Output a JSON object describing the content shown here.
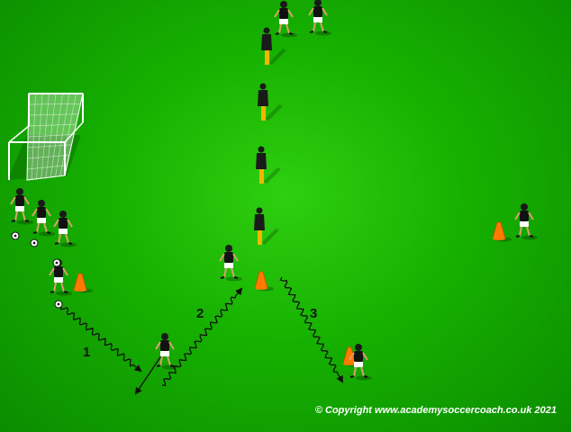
{
  "diagram": {
    "step_labels": [
      "1",
      "2",
      "3"
    ],
    "copyright": "© Copyright www.academysoccercoach.co.uk 2021",
    "colors": {
      "pitch": "#16b000",
      "cone": "#ff7a00",
      "mannequin": "#f2b600",
      "shirt": "#111111",
      "shorts": "#ffffff",
      "path": "#111111"
    },
    "icons": [
      "goal-icon",
      "player-icon",
      "ball-icon",
      "cone-icon",
      "mannequin-icon"
    ]
  }
}
